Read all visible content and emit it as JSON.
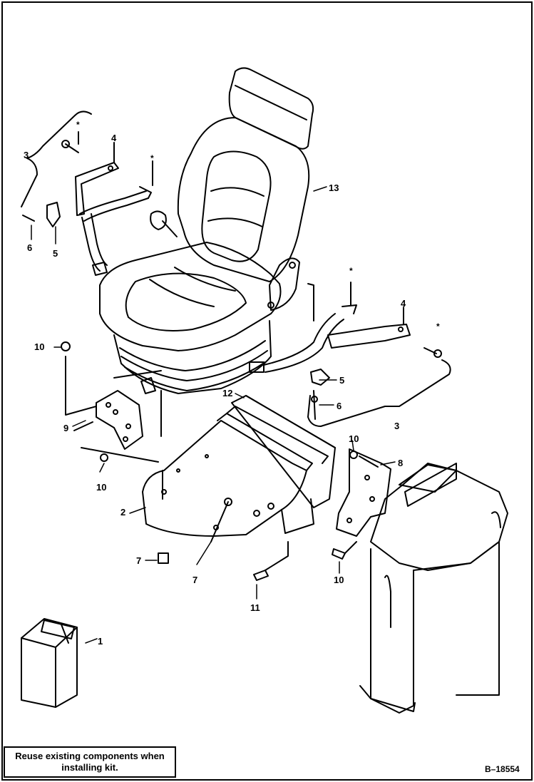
{
  "callouts": {
    "c1": "1",
    "c2": "2",
    "c3a": "3",
    "c3b": "3",
    "c4a": "4",
    "c4b": "4",
    "c5a": "5",
    "c5b": "5",
    "c6a": "6",
    "c6b": "6",
    "c7a": "7",
    "c7b": "7",
    "c8": "8",
    "c9": "9",
    "c10a": "10",
    "c10b": "10",
    "c10c": "10",
    "c10d": "10",
    "c11": "11",
    "c12": "12",
    "c13": "13",
    "star": "*"
  },
  "note": "Reuse existing components when installing kit.",
  "ref_code": "B–18554"
}
